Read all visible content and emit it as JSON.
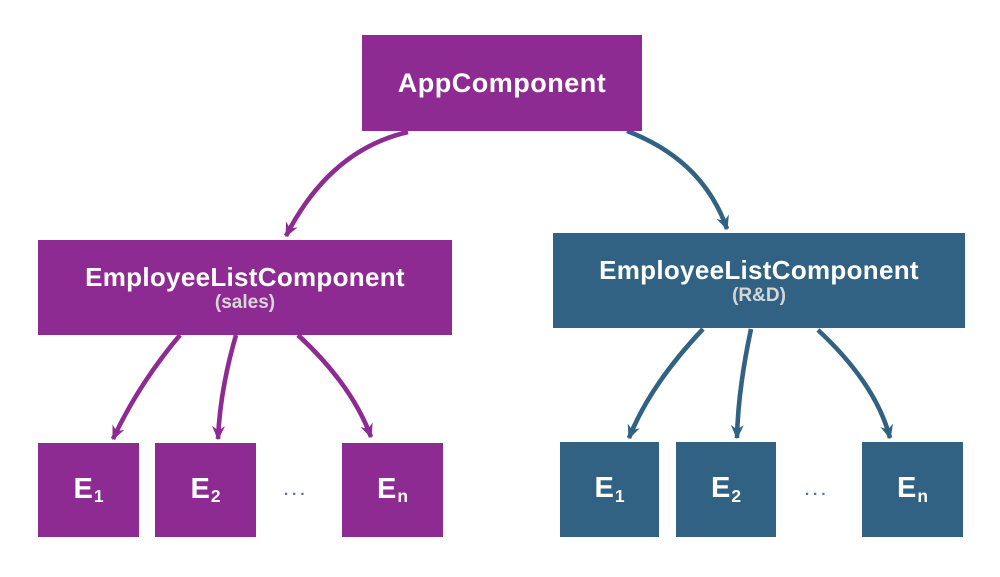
{
  "colors": {
    "purple": "#8d2b92",
    "blue": "#316283",
    "subtitle": "#d6d6d6",
    "ellipsis": "#4a6f96",
    "node_text": "#ffffff",
    "background": "#ffffff"
  },
  "tree": {
    "root": {
      "label": "AppComponent"
    },
    "branches": [
      {
        "id": "sales",
        "title": "EmployeeListComponent",
        "subtitle": "(sales)",
        "color": "#8d2b92",
        "ellipsis": "...",
        "employees": [
          {
            "base": "E",
            "sub": "1"
          },
          {
            "base": "E",
            "sub": "2"
          },
          {
            "base": "E",
            "sub": "n"
          }
        ]
      },
      {
        "id": "rnd",
        "title": "EmployeeListComponent",
        "subtitle": "(R&D)",
        "color": "#316283",
        "ellipsis": "...",
        "employees": [
          {
            "base": "E",
            "sub": "1"
          },
          {
            "base": "E",
            "sub": "2"
          },
          {
            "base": "E",
            "sub": "n"
          }
        ]
      }
    ]
  }
}
